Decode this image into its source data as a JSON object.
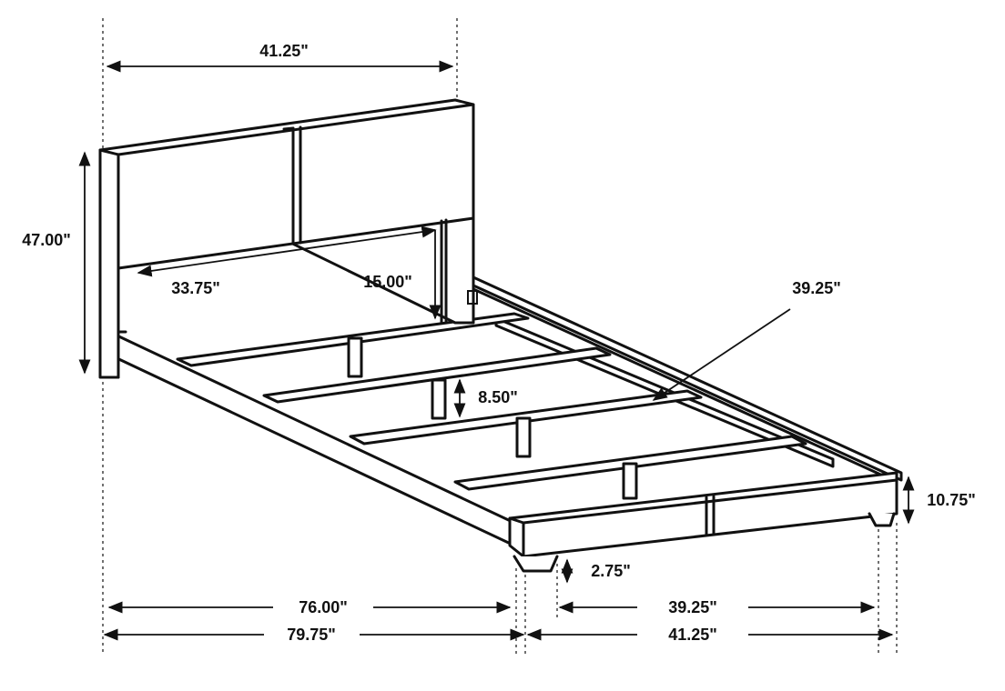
{
  "dimensions": {
    "headboard_width": "41.25\"",
    "headboard_height": "47.00\"",
    "headboard_inner_width": "33.75\"",
    "headboard_panel_height": "15.00\"",
    "rail_diagonal": "39.25\"",
    "slat_support_height": "8.50\"",
    "footboard_height": "10.75\"",
    "leg_height": "2.75\"",
    "inner_length": "76.00\"",
    "inner_width": "39.25\"",
    "overall_length": "79.75\"",
    "overall_width": "41.25\""
  },
  "colors": {
    "line": "#111111",
    "background": "#ffffff"
  }
}
